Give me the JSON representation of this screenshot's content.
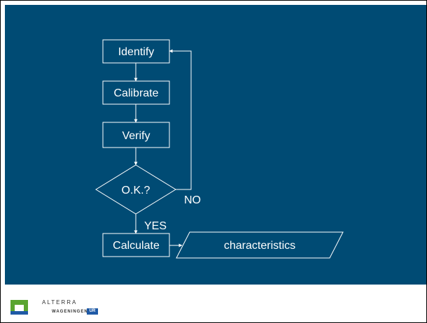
{
  "colors": {
    "background": "#004b74",
    "foreground": "#ffffff",
    "logo_green": "#5aa531",
    "logo_blue": "#1f5aa6"
  },
  "flowchart": {
    "nodes": {
      "identify": "Identify",
      "calibrate": "Calibrate",
      "verify": "Verify",
      "decision": "O.K.?",
      "calculate": "Calculate",
      "output": "characteristics"
    },
    "edge_labels": {
      "no": "NO",
      "yes": "YES"
    }
  },
  "logo": {
    "icon": "alterra-logo-icon",
    "name": "ALTERRA",
    "subname": "WAGENINGEN",
    "badge": "UR"
  }
}
